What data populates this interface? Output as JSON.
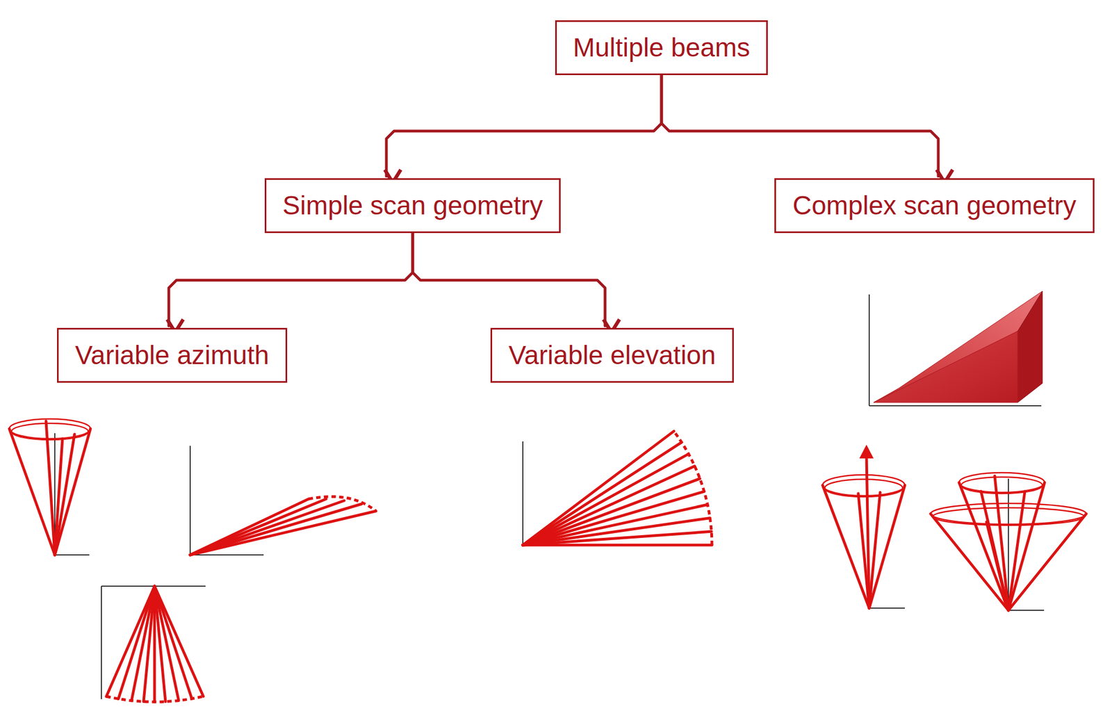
{
  "diagram": {
    "nodes": [
      {
        "text": [
          "Multiple beams"
        ]
      },
      {
        "text": [
          "Simple scan geometry"
        ]
      },
      {
        "text": [
          "Complex scan geometry"
        ]
      },
      {
        "text": [
          "Variable azimuth"
        ]
      },
      {
        "text": [
          "Variable elevation"
        ]
      }
    ],
    "edges": [
      {
        "from": 0,
        "to": 1,
        "arrow": "to"
      },
      {
        "from": 0,
        "to": 2,
        "arrow": "to"
      },
      {
        "from": 1,
        "to": 3,
        "arrow": "to"
      },
      {
        "from": 1,
        "to": 4,
        "arrow": "to"
      }
    ]
  }
}
